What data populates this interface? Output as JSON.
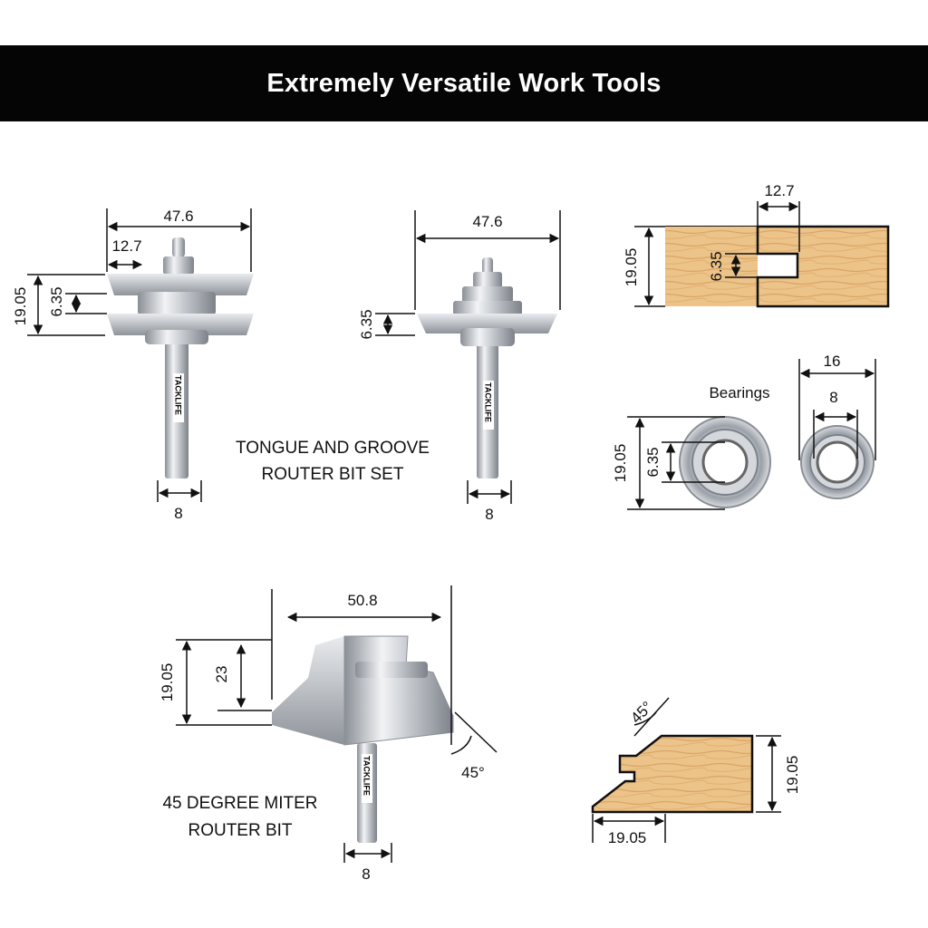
{
  "banner": {
    "title": "Extremely Versatile Work Tools"
  },
  "brand": "TACKLIFE",
  "tongue_groove_set": {
    "caption_line1": "TONGUE AND GROOVE",
    "caption_line2": "ROUTER BIT SET",
    "bit1": {
      "overall": "47.6",
      "cutter": "12.7",
      "height": "19.05",
      "gap": "6.35",
      "shank": "8"
    },
    "bit2": {
      "overall": "47.6",
      "cutter": "6.35",
      "shank": "8"
    }
  },
  "groove_profile": {
    "width": "12.7",
    "height": "19.05",
    "groove": "6.35"
  },
  "bearings": {
    "label": "Bearings",
    "outer": "19.05",
    "inner": "6.35",
    "outer2": "16",
    "inner2": "8"
  },
  "miter_bit": {
    "caption_line1": "45 DEGREE MITER",
    "caption_line2": "ROUTER BIT",
    "overall": "50.8",
    "height": "19.05",
    "cut": "23",
    "angle": "45°",
    "shank": "8"
  },
  "miter_profile": {
    "angle": "45°",
    "height": "19.05",
    "width": "19.05"
  },
  "colors": {
    "banner": "#050505",
    "wood": "#e8bd80",
    "metal": "#b8bcc2"
  }
}
